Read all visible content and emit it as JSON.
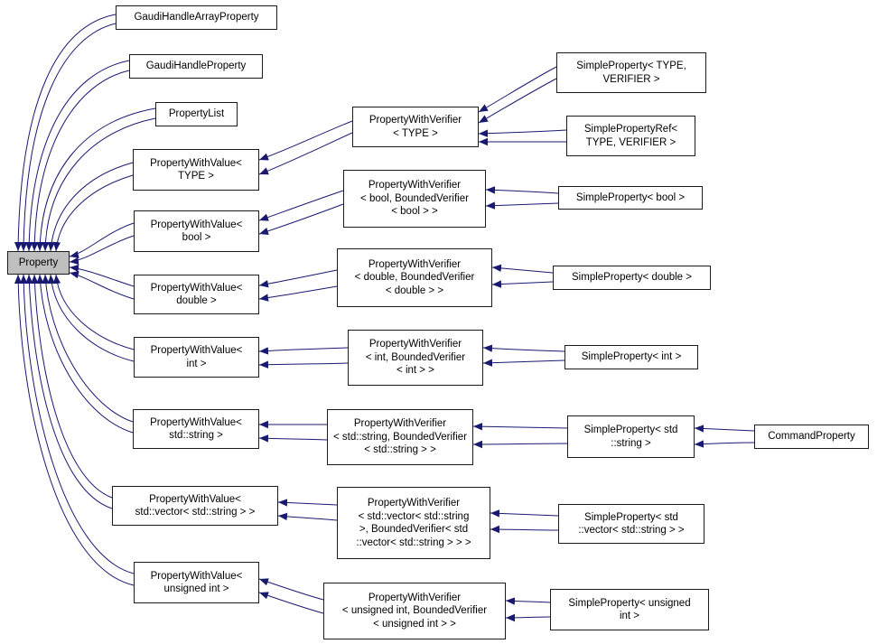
{
  "diagram": {
    "type": "class-inheritance-graph",
    "edge_color": "#191970",
    "node_border_color": "#1c1c1c",
    "node_fill": "#ffffff",
    "base_node_fill": "#bfbfbf",
    "nodes": [
      {
        "id": "property",
        "label": "Property"
      },
      {
        "id": "gaudiHandleArrayProperty",
        "label": "GaudiHandleArrayProperty"
      },
      {
        "id": "gaudiHandleProperty",
        "label": "GaudiHandleProperty"
      },
      {
        "id": "propertyList",
        "label": "PropertyList"
      },
      {
        "id": "pwvType",
        "label": "PropertyWithValue<\nTYPE >"
      },
      {
        "id": "pwvBool",
        "label": "PropertyWithValue<\nbool >"
      },
      {
        "id": "pwvDouble",
        "label": "PropertyWithValue<\ndouble >"
      },
      {
        "id": "pwvInt",
        "label": "PropertyWithValue<\nint >"
      },
      {
        "id": "pwvString",
        "label": "PropertyWithValue<\nstd::string >"
      },
      {
        "id": "pwvVector",
        "label": "PropertyWithValue<\nstd::vector< std::string > >"
      },
      {
        "id": "pwvUint",
        "label": "PropertyWithValue<\nunsigned int >"
      },
      {
        "id": "verifType",
        "label": "PropertyWithVerifier\n< TYPE >"
      },
      {
        "id": "verifBool",
        "label": "PropertyWithVerifier\n< bool, BoundedVerifier\n< bool > >"
      },
      {
        "id": "verifDouble",
        "label": "PropertyWithVerifier\n< double, BoundedVerifier\n< double > >"
      },
      {
        "id": "verifInt",
        "label": "PropertyWithVerifier\n< int, BoundedVerifier\n< int > >"
      },
      {
        "id": "verifString",
        "label": "PropertyWithVerifier\n< std::string, BoundedVerifier\n< std::string > >"
      },
      {
        "id": "verifVector",
        "label": "PropertyWithVerifier\n< std::vector< std::string\n>, BoundedVerifier< std\n::vector< std::string > > >"
      },
      {
        "id": "verifUint",
        "label": "PropertyWithVerifier\n< unsigned int, BoundedVerifier\n< unsigned int > >"
      },
      {
        "id": "spTypeVerifier",
        "label": "SimpleProperty< TYPE,\nVERIFIER >"
      },
      {
        "id": "spRef",
        "label": "SimplePropertyRef<\nTYPE, VERIFIER >"
      },
      {
        "id": "spBool",
        "label": "SimpleProperty< bool >"
      },
      {
        "id": "spDouble",
        "label": "SimpleProperty< double >"
      },
      {
        "id": "spInt",
        "label": "SimpleProperty< int >"
      },
      {
        "id": "spString",
        "label": "SimpleProperty< std\n::string >"
      },
      {
        "id": "spVector",
        "label": "SimpleProperty< std\n::vector< std::string > >"
      },
      {
        "id": "spUint",
        "label": "SimpleProperty< unsigned\nint >"
      },
      {
        "id": "commandProperty",
        "label": "CommandProperty"
      }
    ],
    "edges": [
      {
        "from": "gaudiHandleArrayProperty",
        "to": "property"
      },
      {
        "from": "gaudiHandleProperty",
        "to": "property"
      },
      {
        "from": "propertyList",
        "to": "property"
      },
      {
        "from": "pwvType",
        "to": "property"
      },
      {
        "from": "pwvBool",
        "to": "property"
      },
      {
        "from": "pwvDouble",
        "to": "property"
      },
      {
        "from": "pwvInt",
        "to": "property"
      },
      {
        "from": "pwvString",
        "to": "property"
      },
      {
        "from": "pwvVector",
        "to": "property"
      },
      {
        "from": "pwvUint",
        "to": "property"
      },
      {
        "from": "verifType",
        "to": "pwvType"
      },
      {
        "from": "verifBool",
        "to": "pwvBool"
      },
      {
        "from": "verifDouble",
        "to": "pwvDouble"
      },
      {
        "from": "verifInt",
        "to": "pwvInt"
      },
      {
        "from": "verifString",
        "to": "pwvString"
      },
      {
        "from": "verifVector",
        "to": "pwvVector"
      },
      {
        "from": "verifUint",
        "to": "pwvUint"
      },
      {
        "from": "spTypeVerifier",
        "to": "verifType"
      },
      {
        "from": "spRef",
        "to": "verifType"
      },
      {
        "from": "spBool",
        "to": "verifBool"
      },
      {
        "from": "spDouble",
        "to": "verifDouble"
      },
      {
        "from": "spInt",
        "to": "verifInt"
      },
      {
        "from": "spString",
        "to": "verifString"
      },
      {
        "from": "spVector",
        "to": "verifVector"
      },
      {
        "from": "spUint",
        "to": "verifUint"
      },
      {
        "from": "commandProperty",
        "to": "spString"
      }
    ]
  }
}
